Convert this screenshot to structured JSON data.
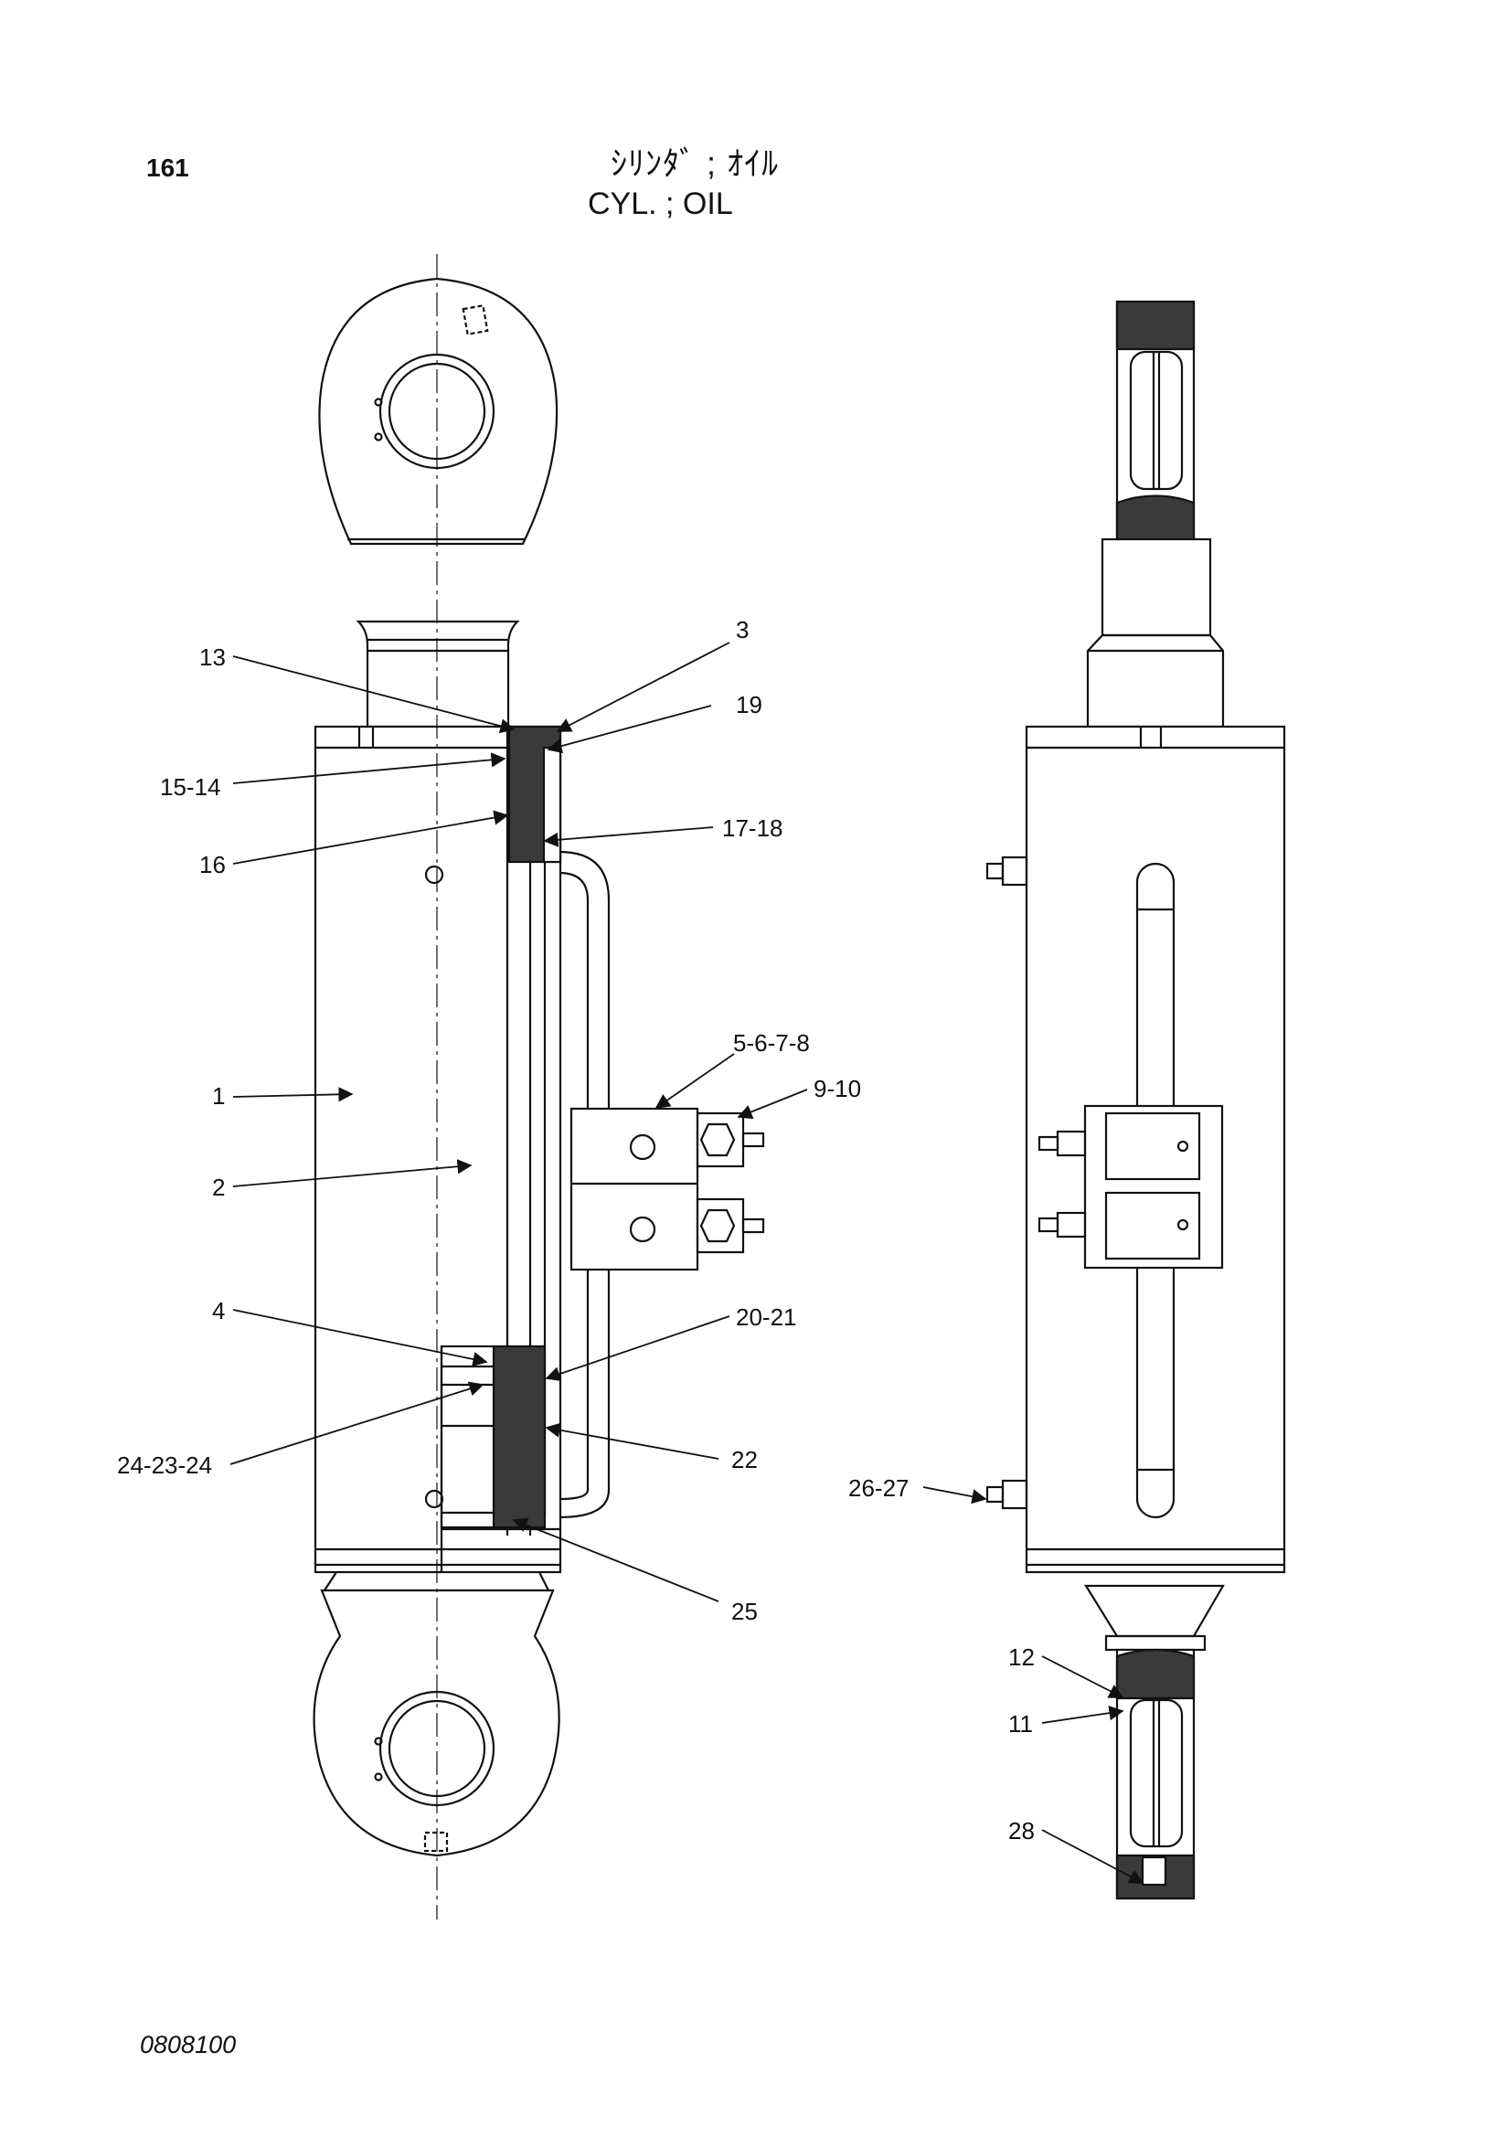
{
  "header": {
    "page_number": "161",
    "title_jp": "ｼﾘﾝﾀﾞ ; ｵｲﾙ",
    "title_en": "CYL. ; OIL"
  },
  "footer": {
    "drawing_id": "0808100"
  },
  "callouts": {
    "c1": "1",
    "c2": "2",
    "c3": "3",
    "c4": "4",
    "c5_8": "5-6-7-8",
    "c9_10": "9-10",
    "c11": "11",
    "c12": "12",
    "c13": "13",
    "c15_14": "15-14",
    "c16": "16",
    "c17_18": "17-18",
    "c19": "19",
    "c20_21": "20-21",
    "c22": "22",
    "c24_23_24": "24-23-24",
    "c25": "25",
    "c26_27": "26-27",
    "c28": "28"
  }
}
